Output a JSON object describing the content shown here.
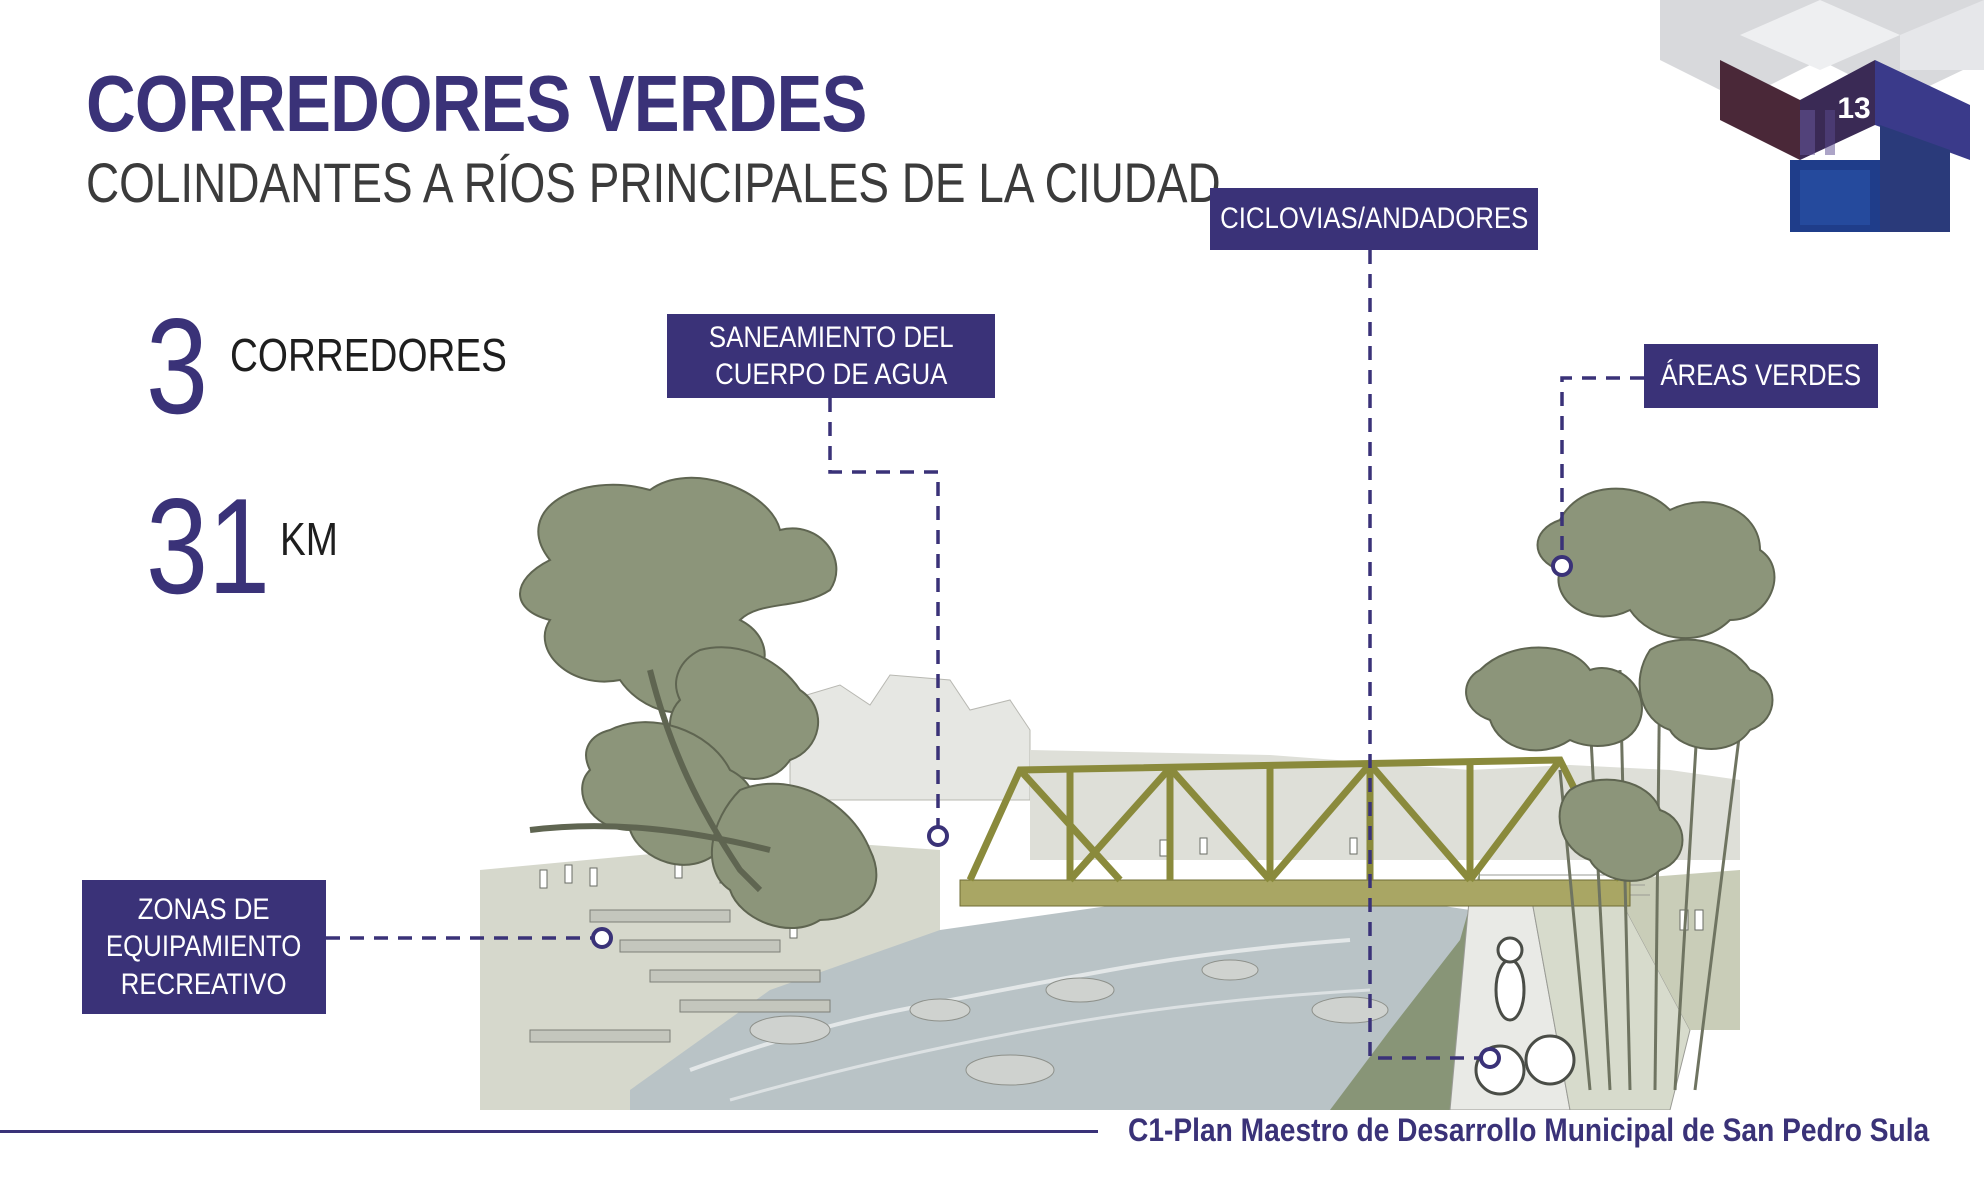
{
  "slide": {
    "title": "CORREDORES VERDES",
    "subtitle": "COLINDANTES A RÍOS PRINCIPALES DE LA CIUDAD",
    "page_number": "13",
    "footer": "C1-Plan Maestro de Desarrollo Municipal de San Pedro Sula"
  },
  "stats": [
    {
      "value": "3",
      "unit": "CORREDORES"
    },
    {
      "value": "31",
      "unit": "KM"
    }
  ],
  "callouts": {
    "ciclovias": "CICLOVIAS/ANDADORES",
    "saneamiento": "SANEAMIENTO DEL\nCUERPO DE AGUA",
    "areas_verdes": "ÁREAS VERDES",
    "zonas": "ZONAS DE\nEQUIPAMIENTO\nRECREATIVO"
  },
  "colors": {
    "accent": "#3a3278",
    "foliage": "#8c957a",
    "bridge": "#8a8a3c",
    "water": "#b9c3c6"
  }
}
